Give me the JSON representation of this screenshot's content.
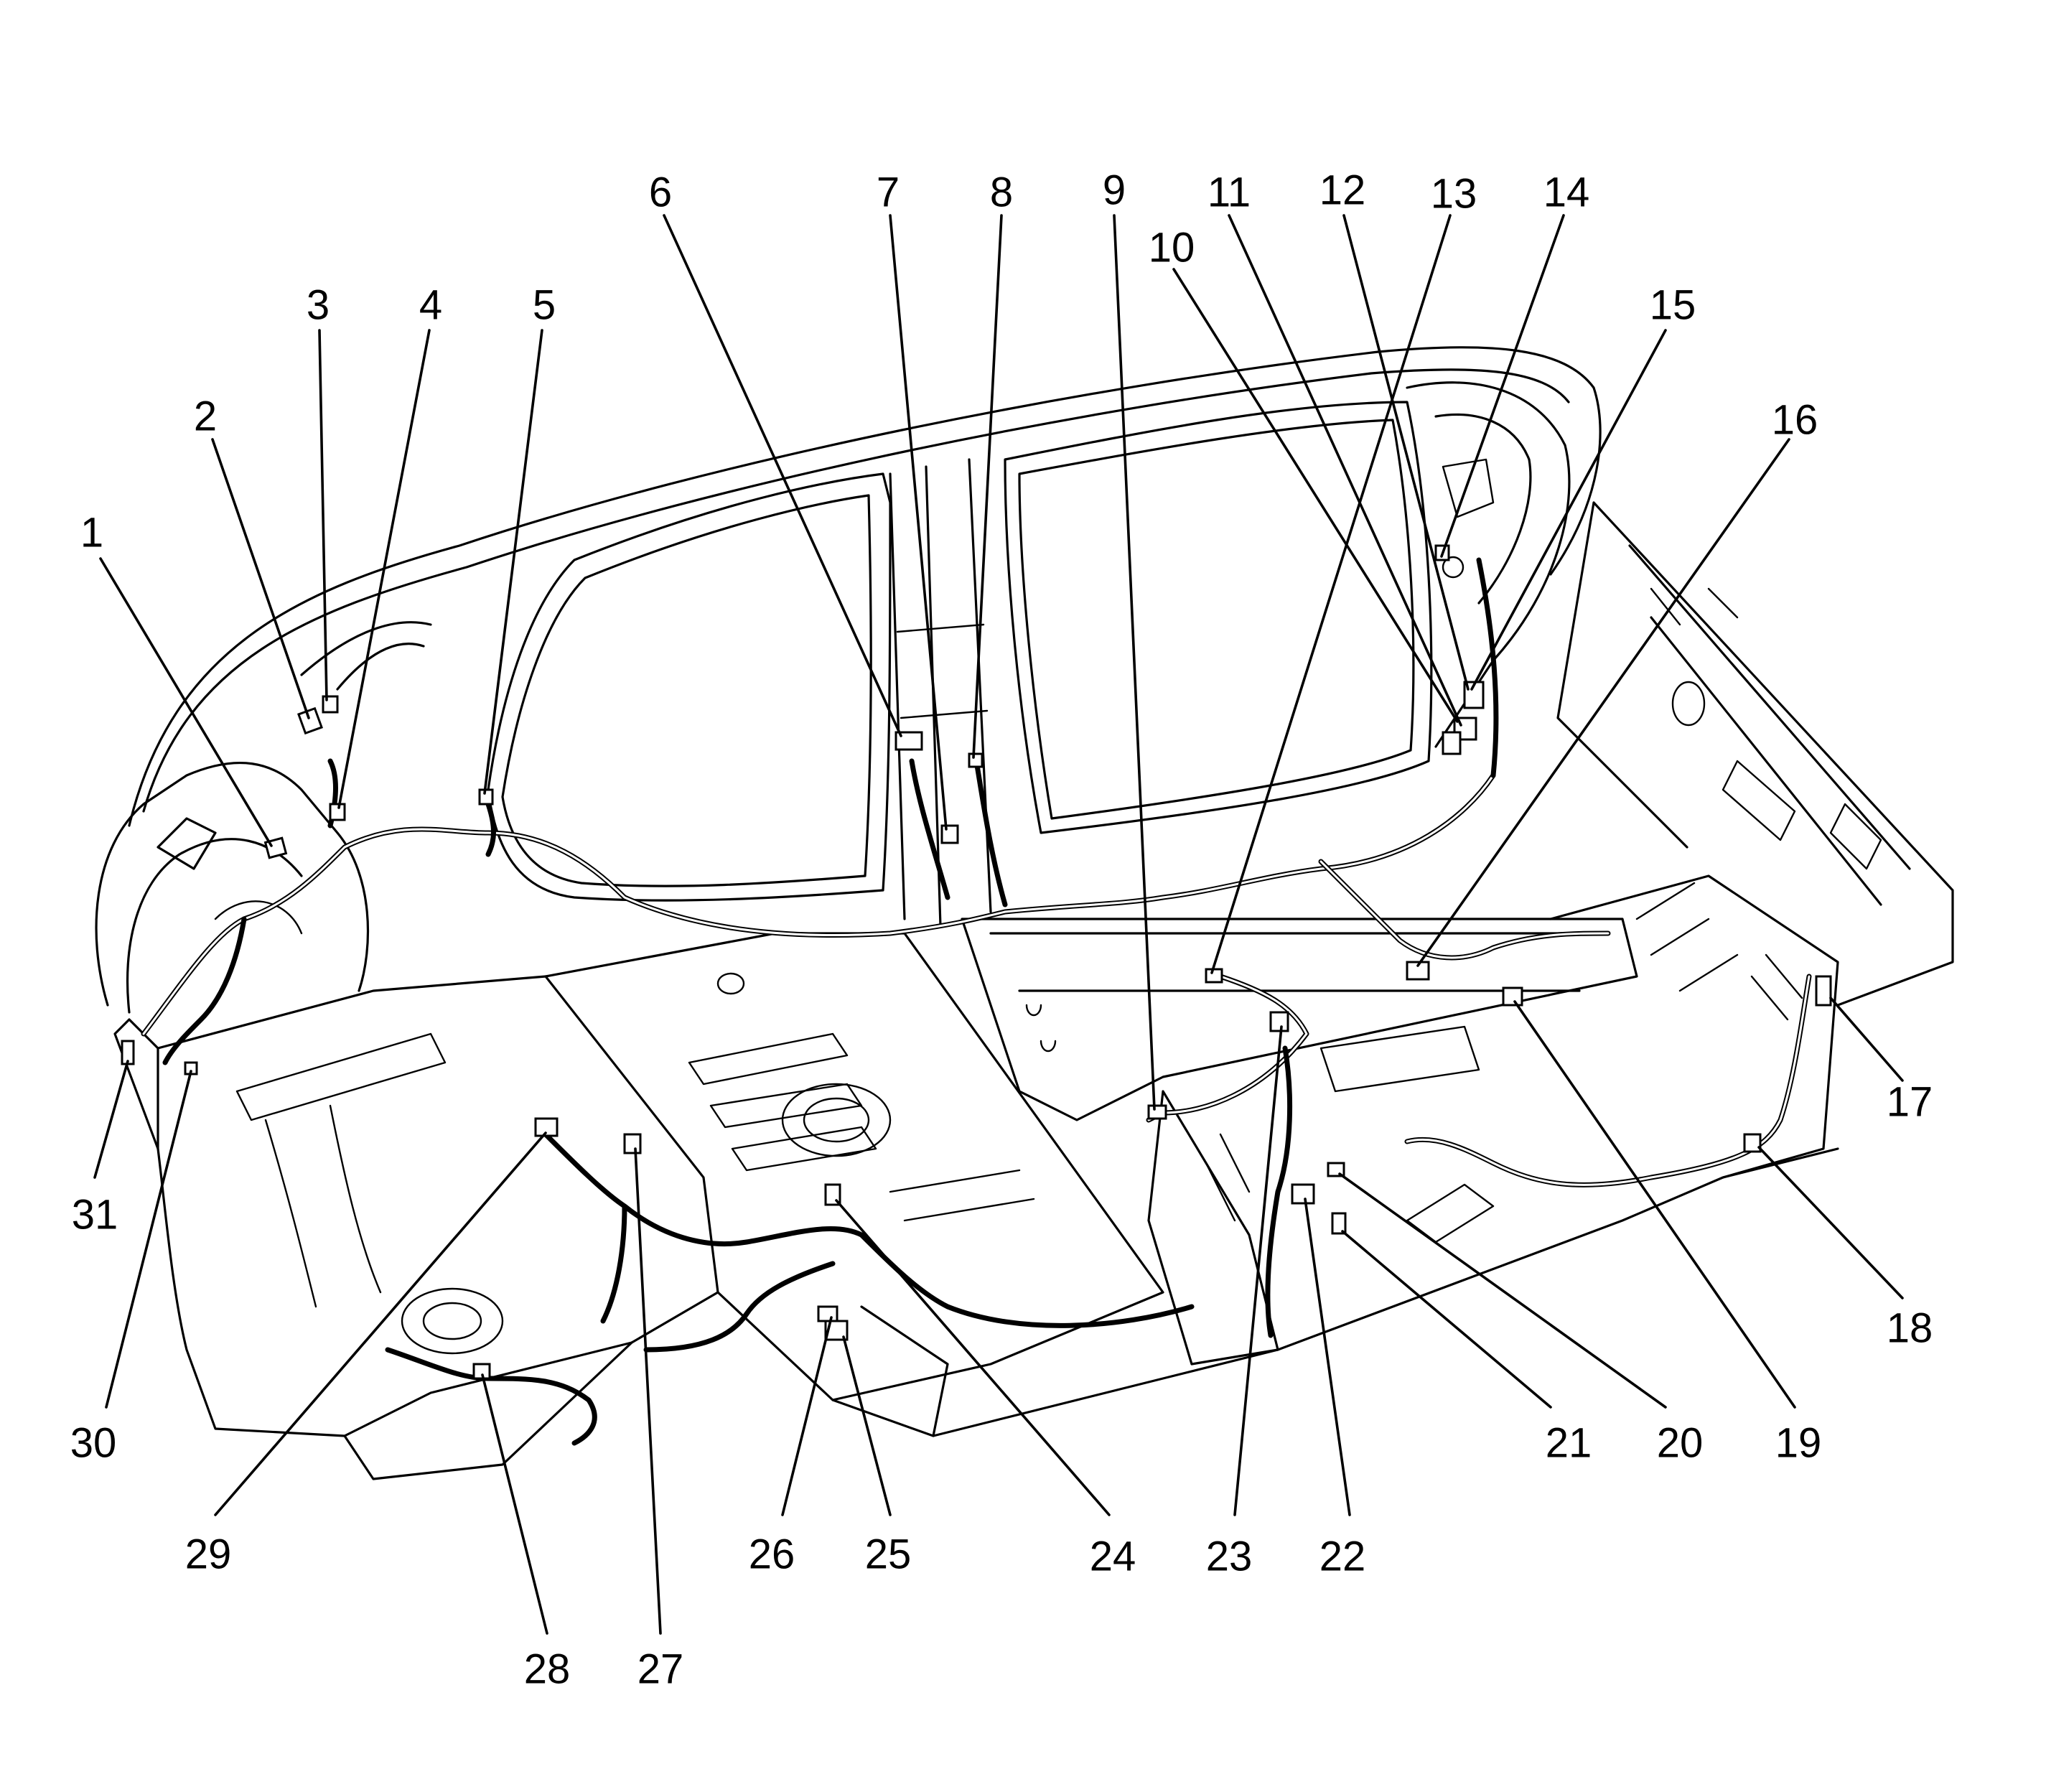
{
  "callouts": [
    {
      "label": "1"
    },
    {
      "label": "2"
    },
    {
      "label": "3"
    },
    {
      "label": "4"
    },
    {
      "label": "5"
    },
    {
      "label": "6"
    },
    {
      "label": "7"
    },
    {
      "label": "8"
    },
    {
      "label": "9"
    },
    {
      "label": "10"
    },
    {
      "label": "11"
    },
    {
      "label": "12"
    },
    {
      "label": "13"
    },
    {
      "label": "14"
    },
    {
      "label": "15"
    },
    {
      "label": "16"
    },
    {
      "label": "17"
    },
    {
      "label": "18"
    },
    {
      "label": "19"
    },
    {
      "label": "20"
    },
    {
      "label": "21"
    },
    {
      "label": "22"
    },
    {
      "label": "23"
    },
    {
      "label": "24"
    },
    {
      "label": "25"
    },
    {
      "label": "26"
    },
    {
      "label": "27"
    },
    {
      "label": "28"
    },
    {
      "label": "29"
    },
    {
      "label": "30"
    },
    {
      "label": "31"
    }
  ]
}
